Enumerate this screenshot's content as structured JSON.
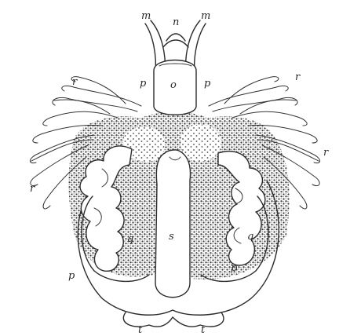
{
  "figure": {
    "labels": {
      "m_left": "m",
      "n": "n",
      "m_right": "m",
      "o": "o",
      "p_upper_left": "p",
      "p_upper_right": "p",
      "r_upper_left": "r",
      "r_upper_right": "r",
      "r_right": "r",
      "r_left": "r",
      "q_left": "q",
      "s": "s",
      "q_right": "q",
      "p_lower_left": "p",
      "p_lower_right": "p",
      "t_left": "t",
      "t_right": "t"
    }
  },
  "colors": {
    "ink": "#2b2b2b",
    "paper": "#ffffff",
    "stipple": "#3a3a3a"
  }
}
